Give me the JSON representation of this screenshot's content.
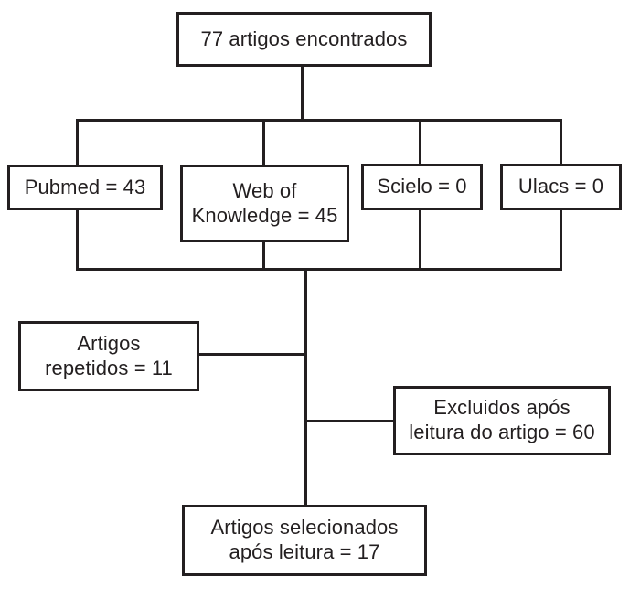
{
  "colors": {
    "ink": "#231f20",
    "background": "#ffffff"
  },
  "diagram": {
    "type": "flowchart",
    "nodes": {
      "found": {
        "label": "77 artigos encontrados"
      },
      "pubmed": {
        "label": "Pubmed = 43"
      },
      "web_of_knowledge": {
        "label": "Web of\nKnowledge = 45"
      },
      "scielo": {
        "label": "Scielo = 0"
      },
      "ulacs": {
        "label": "Ulacs = 0"
      },
      "repeated": {
        "label": "Artigos\nrepetidos = 11"
      },
      "excluded": {
        "label": "Excluidos após\nleitura do artigo = 60"
      },
      "selected": {
        "label": "Artigos selecionados\napós leitura = 17"
      }
    }
  }
}
